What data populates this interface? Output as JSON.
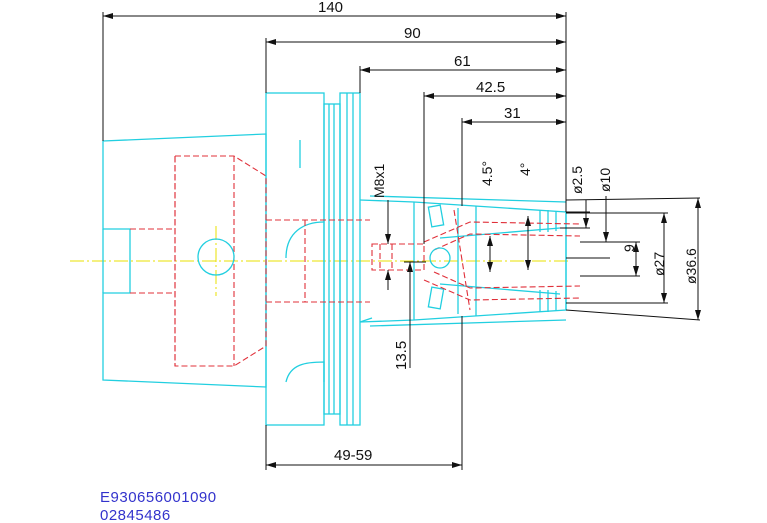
{
  "dimensions": {
    "overall_length": "140",
    "d90": "90",
    "d61": "61",
    "d42_5": "42.5",
    "d31": "31",
    "d49_59": "49-59",
    "thread": "M8x1",
    "offset": "13.5",
    "angle_outer": "4.5°",
    "angle_inner": "4°",
    "dia_2_5": "ø2.5",
    "dia_10": "ø10",
    "dia_9": "9",
    "dia_27": "ø27",
    "dia_36_6": "ø36.6"
  },
  "codes": {
    "part_number": "E930656001090",
    "order_number": "02845486"
  },
  "colors": {
    "body": "#22cfe0",
    "hidden": "#e0303a",
    "centerline": "#e8e000",
    "dimension": "#111111",
    "code_text": "#3333cc"
  }
}
